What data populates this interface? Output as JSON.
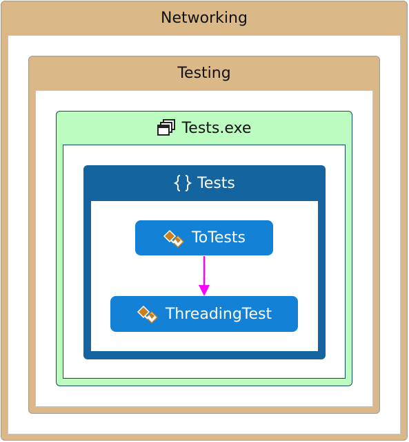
{
  "groups": {
    "networking": {
      "label": "Networking"
    },
    "testing": {
      "label": "Testing"
    },
    "assembly": {
      "label": "Tests.exe",
      "icon": "assembly-icon"
    },
    "namespace": {
      "label": "Tests",
      "icon": "namespace-braces-icon"
    }
  },
  "nodes": {
    "totests": {
      "label": "ToTests",
      "icon": "class-icon"
    },
    "threading": {
      "label": "ThreadingTest",
      "icon": "class-icon"
    }
  },
  "edges": [
    {
      "from": "ToTests",
      "to": "ThreadingTest",
      "color": "#ff00ff"
    }
  ],
  "colors": {
    "project_group": "#dbb887",
    "assembly_group": "#bcfcc0",
    "namespace_group": "#1464a0",
    "class_node": "#1382d6",
    "edge": "#ff00ff",
    "class_icon": "#c8801c"
  }
}
